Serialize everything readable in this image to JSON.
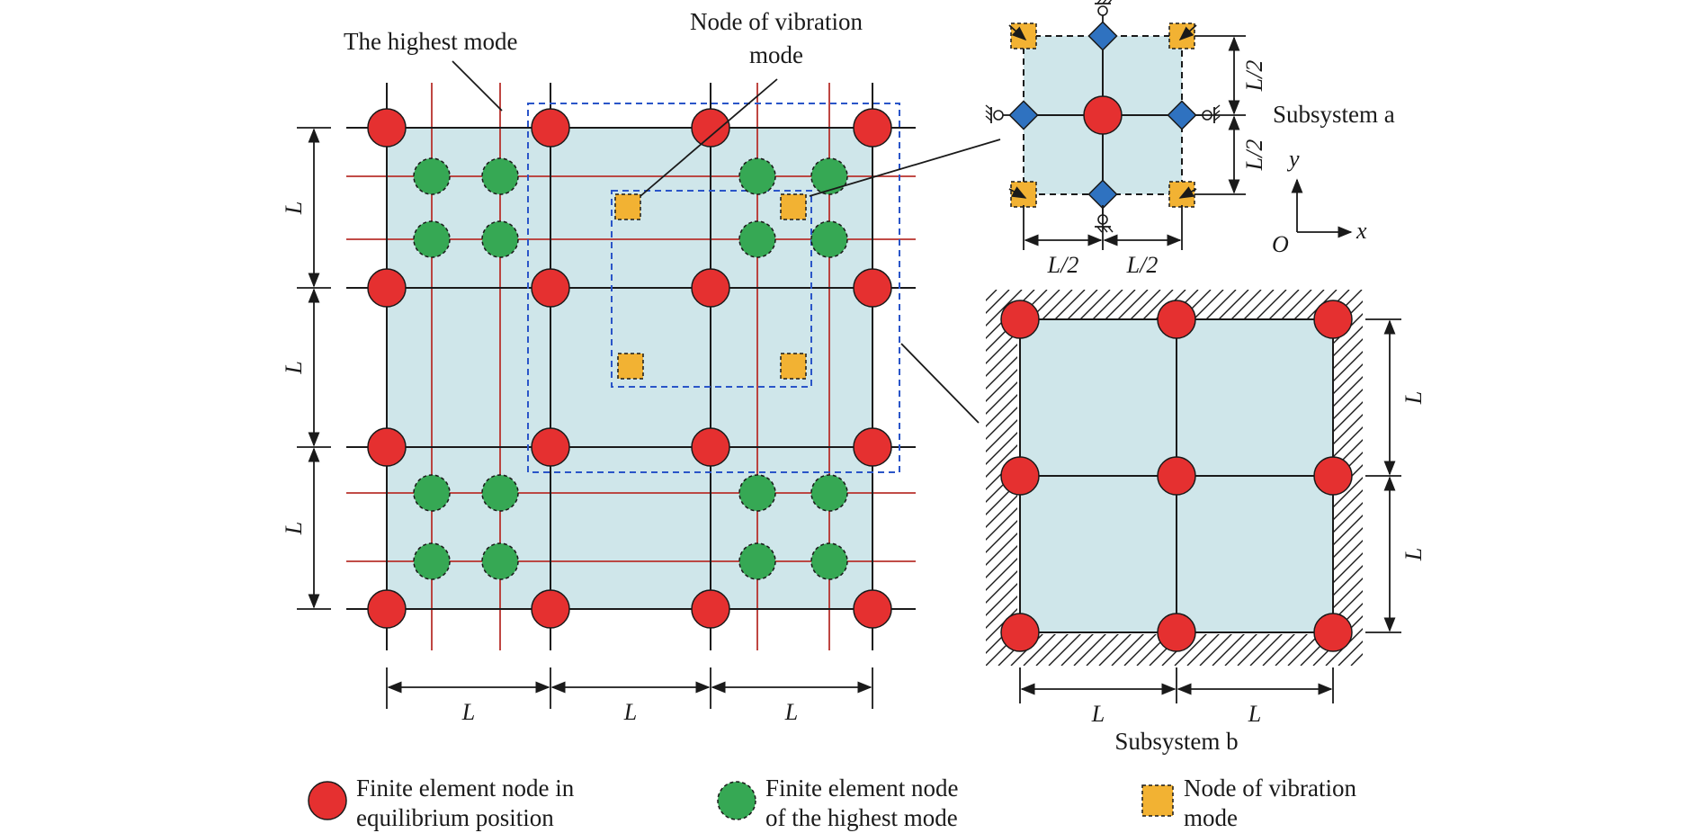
{
  "labels": {
    "highest_mode": "The highest mode",
    "node_vib_line1": "Node of vibration",
    "node_vib_line2": "mode",
    "subsystem_a": "Subsystem a",
    "subsystem_b": "Subsystem b",
    "axis_y": "y",
    "axis_x": "x",
    "axis_origin": "O"
  },
  "dimensions": {
    "L": "L",
    "half_L": "L/2"
  },
  "legend": {
    "fe_node_line1": "Finite element node in",
    "fe_node_line2": "equilibrium position",
    "hm_node_line1": "Finite element node",
    "hm_node_line2": "of the highest mode",
    "vm_node_line1": "Node of vibration",
    "vm_node_line2": "mode"
  },
  "colors": {
    "plate": "#cfe6ea",
    "fe_node": "#e53030",
    "highest_mode_node": "#36a854",
    "vibration_node": "#f2b233",
    "constraint_node": "#2f72c0",
    "mode_line": "#b8322d",
    "subsystem_boundary": "#2a55c8"
  }
}
